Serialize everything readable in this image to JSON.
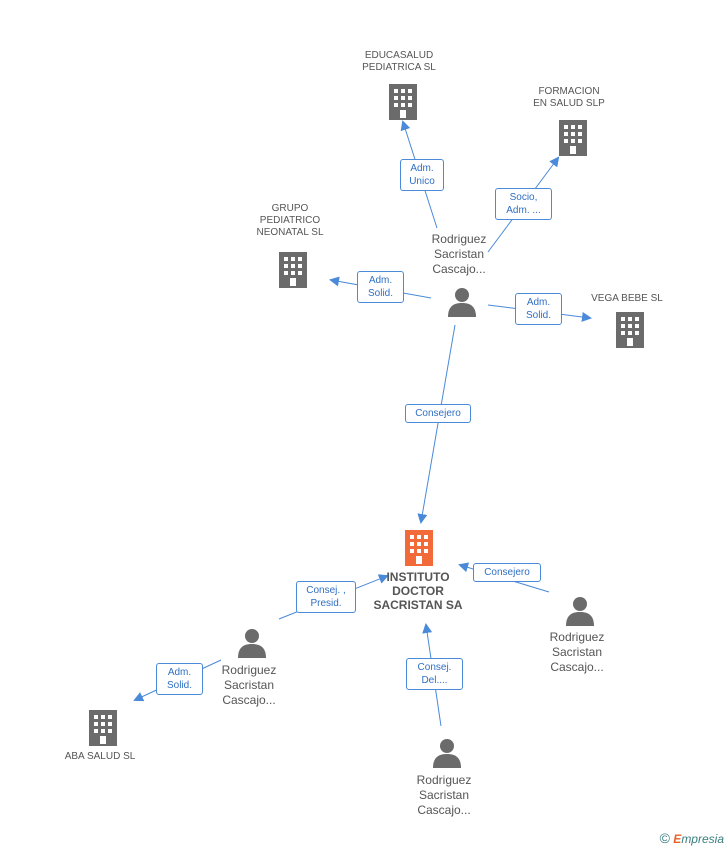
{
  "colors": {
    "edge": "#4a8ad9",
    "node_company": "#6b6b6b",
    "node_company_main": "#f26a3a",
    "node_person": "#6b6b6b"
  },
  "center": {
    "label_line1": "INSTITUTO",
    "label_line2": "DOCTOR",
    "label_line3": "SACRISTAN SA",
    "icon": "building-icon"
  },
  "companies": {
    "educasalud": [
      "EDUCASALUD",
      "PEDIATRICA SL"
    ],
    "formacion": [
      "FORMACION",
      "EN SALUD SLP"
    ],
    "grupo": [
      "GRUPO",
      "PEDIATRICO",
      "NEONATAL SL"
    ],
    "vega": [
      "VEGA BEBE SL"
    ],
    "aba": [
      "ABA SALUD SL"
    ]
  },
  "persons": {
    "top": [
      "Rodriguez",
      "Sacristan",
      "Cascajo..."
    ],
    "right": [
      "Rodriguez",
      "Sacristan",
      "Cascajo..."
    ],
    "bottom": [
      "Rodriguez",
      "Sacristan",
      "Cascajo..."
    ],
    "left": [
      "Rodriguez",
      "Sacristan",
      "Cascajo..."
    ]
  },
  "edges": {
    "educasalud": [
      "Adm.",
      "Unico"
    ],
    "formacion": [
      "Socio,",
      "Adm. ..."
    ],
    "grupo": [
      "Adm.",
      "Solid."
    ],
    "vega": [
      "Adm.",
      "Solid."
    ],
    "top_center": [
      "Consejero"
    ],
    "right_center": [
      "Consejero"
    ],
    "left_center": [
      "Consej. ,",
      "Presid."
    ],
    "bottom_center": [
      "Consej.",
      "Del...."
    ],
    "aba": [
      "Adm.",
      "Solid."
    ]
  },
  "watermark": {
    "symbol": "©",
    "brand_initial": "E",
    "brand_rest": "mpresia"
  }
}
